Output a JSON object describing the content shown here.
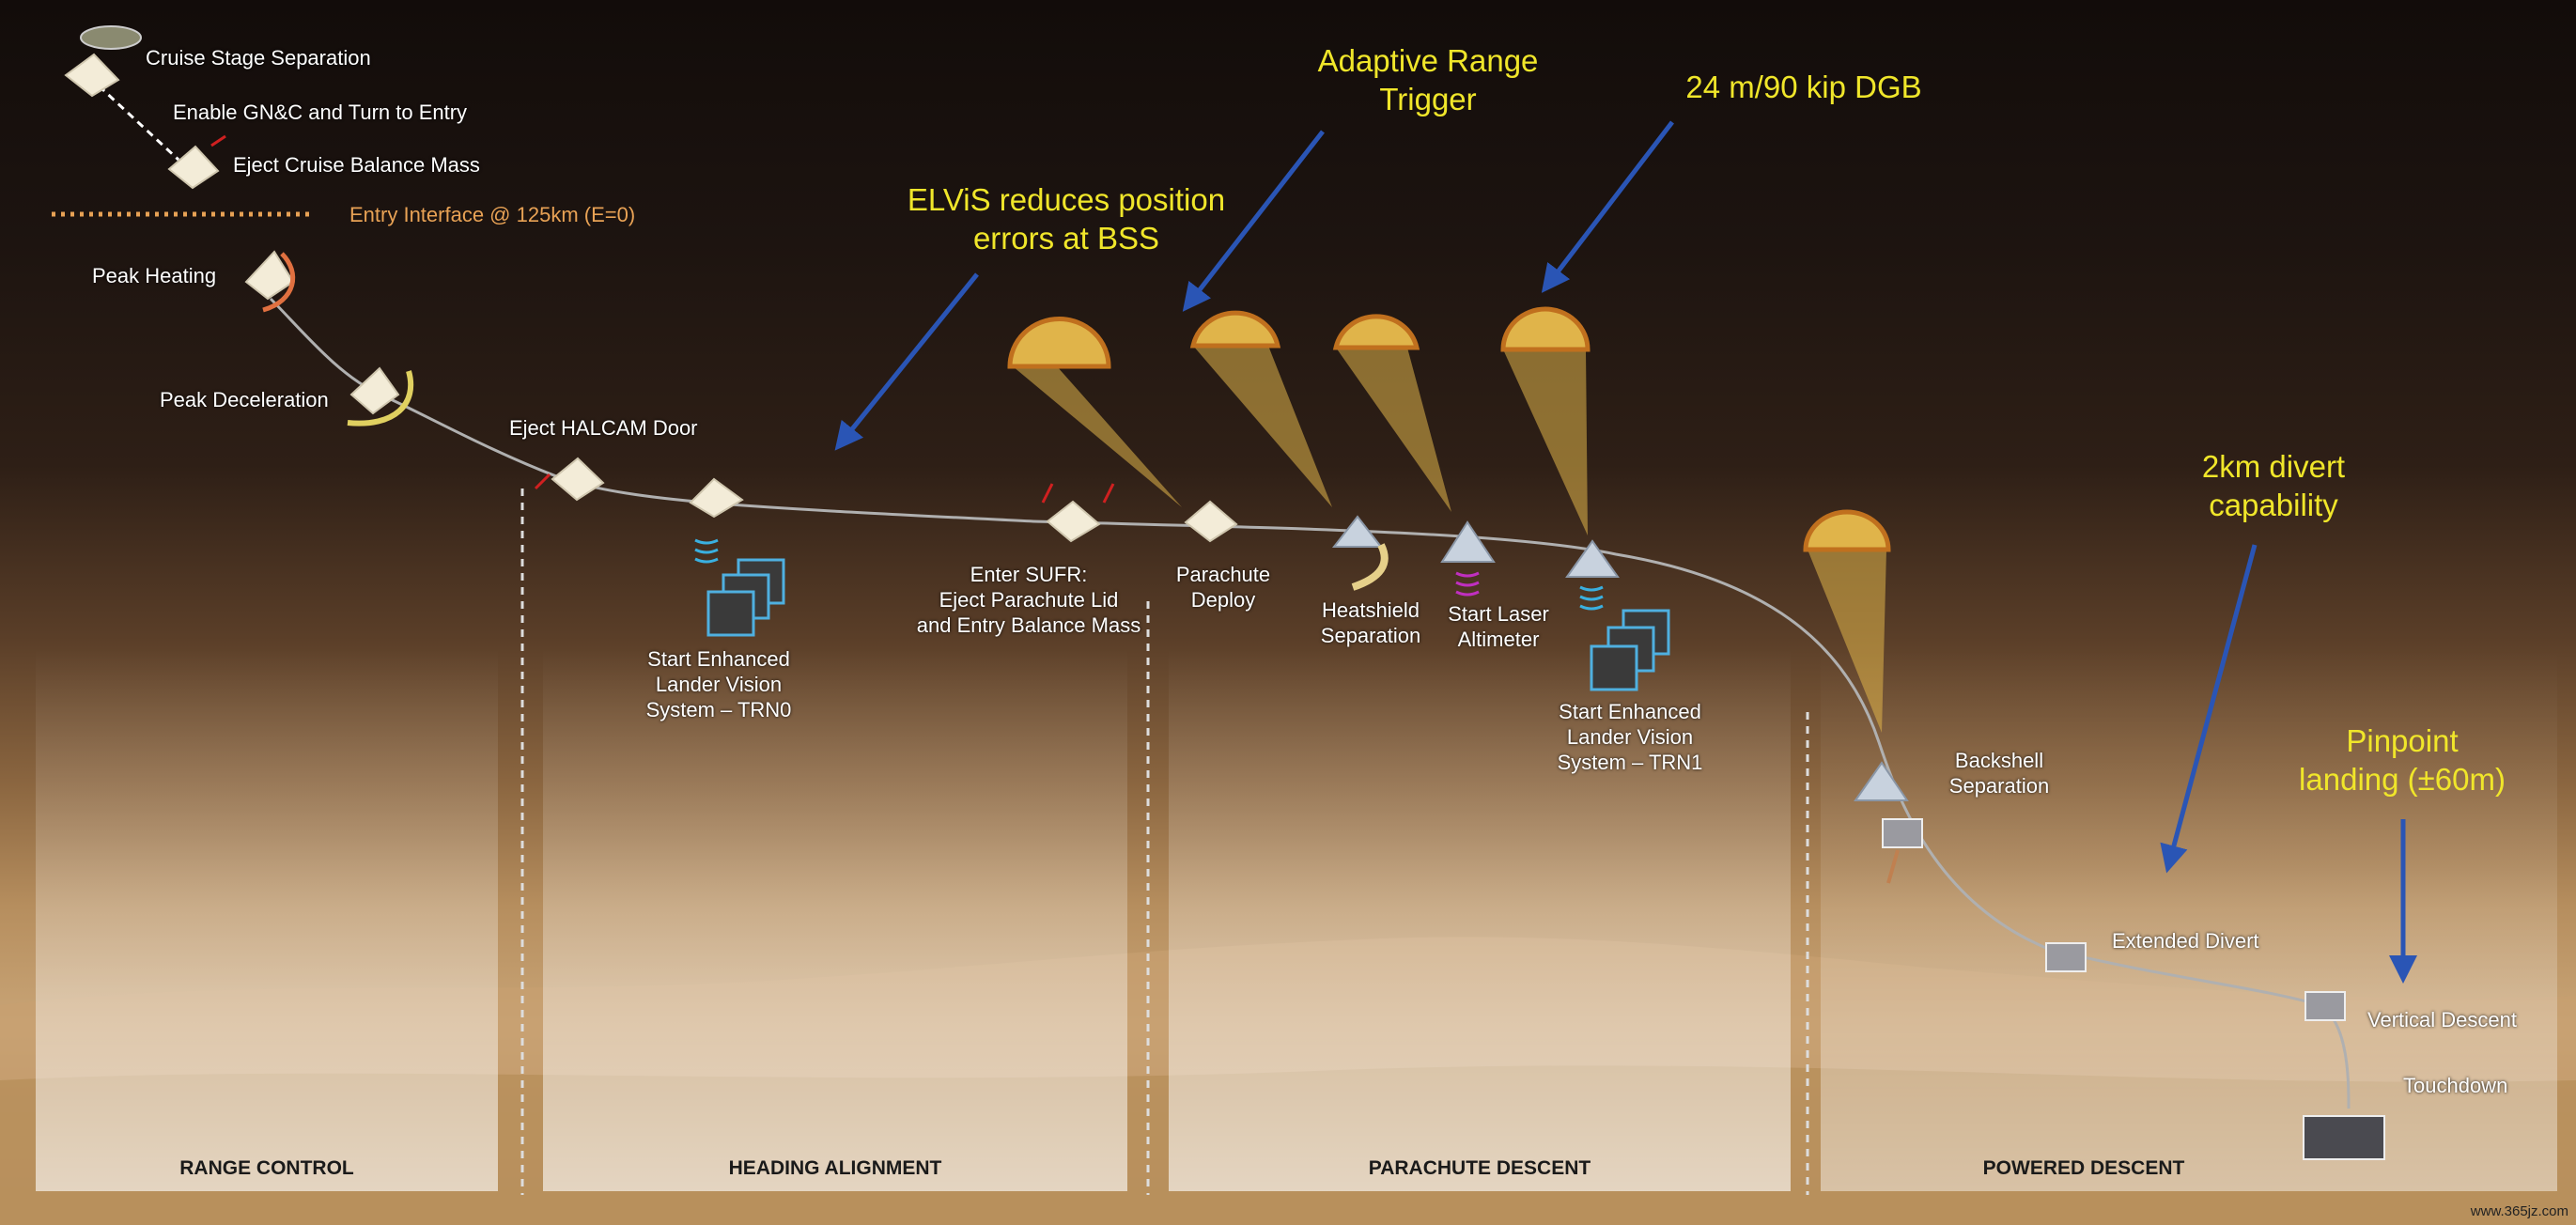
{
  "labels": {
    "cruise_stage_separation": "Cruise Stage Separation",
    "enable_gnc": "Enable GN&C and Turn to Entry",
    "eject_cruise_balance_mass": "Eject Cruise Balance Mass",
    "entry_interface": "Entry Interface @ 125km (E=0)",
    "peak_heating": "Peak Heating",
    "peak_deceleration": "Peak Deceleration",
    "eject_halcam_door": "Eject HALCAM Door",
    "start_lvs_trn0": [
      "Start Enhanced",
      "Lander Vision",
      "System – TRN0"
    ],
    "enter_sufr": [
      "Enter SUFR:",
      "Eject Parachute Lid",
      "and Entry Balance Mass"
    ],
    "parachute_deploy": [
      "Parachute",
      "Deploy"
    ],
    "heatshield_separation": [
      "Heatshield",
      "Separation"
    ],
    "start_laser_altimeter": [
      "Start Laser",
      "Altimeter"
    ],
    "start_lvs_trn1": [
      "Start Enhanced",
      "Lander Vision",
      "System – TRN1"
    ],
    "backshell_separation": [
      "Backshell",
      "Separation"
    ],
    "extended_divert": "Extended  Divert",
    "vertical_descent": "Vertical Descent",
    "touchdown": "Touchdown"
  },
  "notes": {
    "adaptive_range_trigger": [
      "Adaptive Range",
      "Trigger"
    ],
    "dgb": "24 m/90 kip DGB",
    "elvis": [
      "ELViS reduces position",
      "errors at BSS"
    ],
    "divert": [
      "2km divert",
      "capability"
    ],
    "pinpoint": [
      "Pinpoint",
      "landing (±60m)"
    ]
  },
  "phases": {
    "range_control": "RANGE CONTROL",
    "heading_alignment": "HEADING ALIGNMENT",
    "parachute_descent": "PARACHUTE DESCENT",
    "powered_descent": "POWERED DESCENT"
  },
  "watermark": "www.365jz.com",
  "colors": {
    "note_yellow": "#f0e62a",
    "arrow_blue": "#2a55b5",
    "entry_orange": "#e8a255",
    "parachute": "#e0b44a"
  }
}
